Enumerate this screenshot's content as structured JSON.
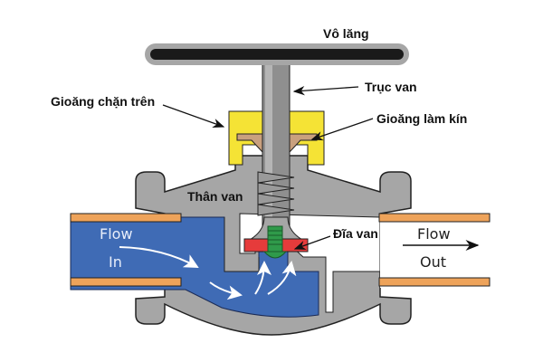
{
  "title": "Globe valve cross-section",
  "labels": {
    "handwheel": "Vô lăng",
    "stem": "Trục van",
    "upper_gasket": "Gioăng chặn trên",
    "sealing_gasket": "Gioăng làm kín",
    "body": "Thân van",
    "disc": "Đĩa van"
  },
  "flow": {
    "in_line1": "Flow",
    "in_line2": "In",
    "out_line1": "Flow",
    "out_line2": "Out"
  },
  "colors": {
    "body": "#a6a6a6",
    "water": "#3f6bb5",
    "pipe": "#eea35a",
    "bonnet": "#f5e335",
    "packing": "#c9a07e",
    "disc_seat": "#e63b3b",
    "disc_core": "#2f9a4a",
    "handwheel": "#1a1a1a"
  }
}
